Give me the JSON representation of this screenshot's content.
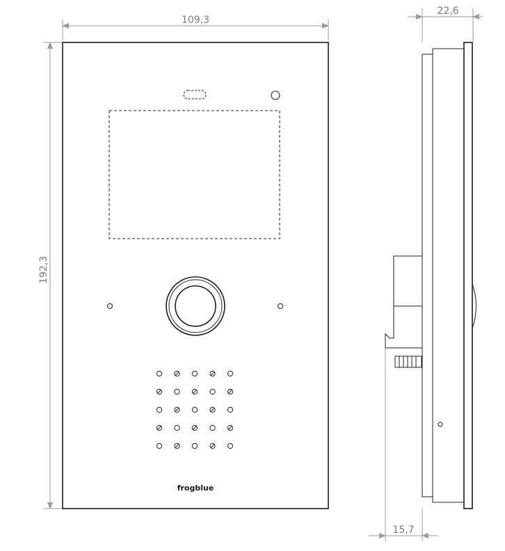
{
  "dimensions": {
    "front_width": "109,3",
    "front_height": "192,3",
    "side_depth_total": "22,6",
    "side_depth_front": "15,7"
  },
  "logo": {
    "text": "frogblue"
  },
  "speaker_grid": {
    "rows": 5,
    "cols": 5
  }
}
